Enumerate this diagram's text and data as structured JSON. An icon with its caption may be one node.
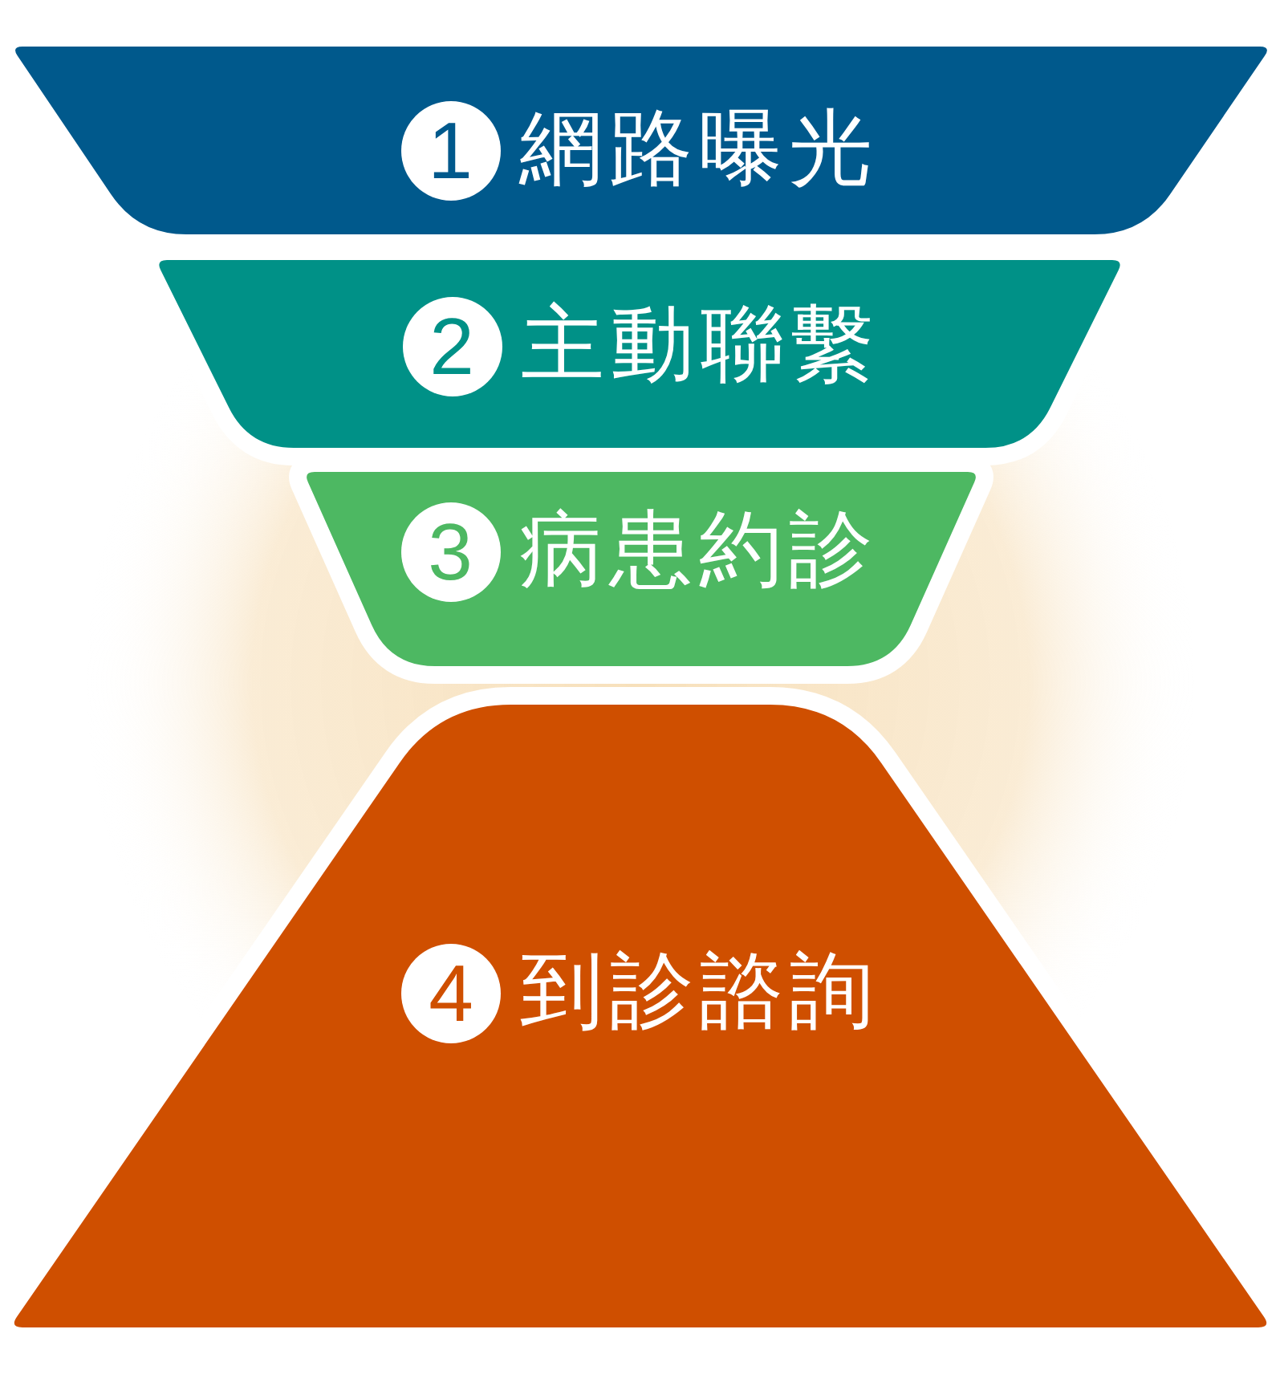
{
  "diagram": {
    "nodes": [
      {
        "text": [
          "1",
          "網路曝光"
        ]
      },
      {
        "text": [
          "2",
          "主動聯繫"
        ]
      },
      {
        "text": [
          "3",
          "病患約診"
        ]
      },
      {
        "text": [
          "4",
          "到診諮詢"
        ]
      }
    ]
  }
}
